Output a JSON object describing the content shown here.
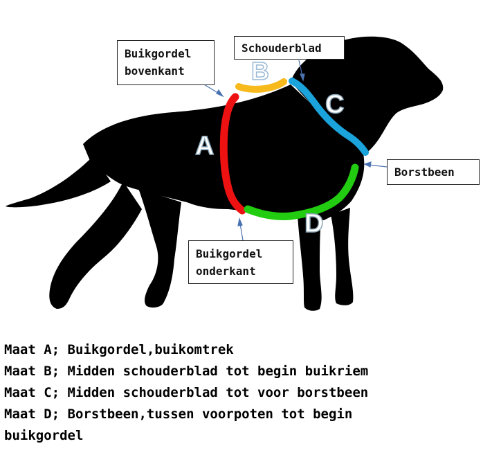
{
  "labels": {
    "belly_top": "Buikgordel\nbovenkant",
    "shoulder": "Schouderblad",
    "breastbone": "Borstbeen",
    "belly_bottom": "Buikgordel\nonderkant"
  },
  "letters": {
    "a": "A",
    "b": "B",
    "c": "C",
    "d": "D"
  },
  "legend": {
    "line_a": "Maat A; Buikgordel,buikomtrek",
    "line_b": "Maat B; Midden schouderblad tot begin buikriem",
    "line_c": "Maat C; Midden schouderblad tot voor borstbeen",
    "line_d": "Maat D; Borstbeen,tussen voorpoten tot begin buikgordel"
  },
  "colors": {
    "silhouette": "#000000",
    "measure_a": "#ee1111",
    "measure_b": "#f7b91c",
    "measure_c": "#1ba3dc",
    "measure_d": "#22cc11",
    "arrow": "#4a72b0"
  },
  "icons": {
    "silhouette": "dog-silhouette-icon"
  }
}
